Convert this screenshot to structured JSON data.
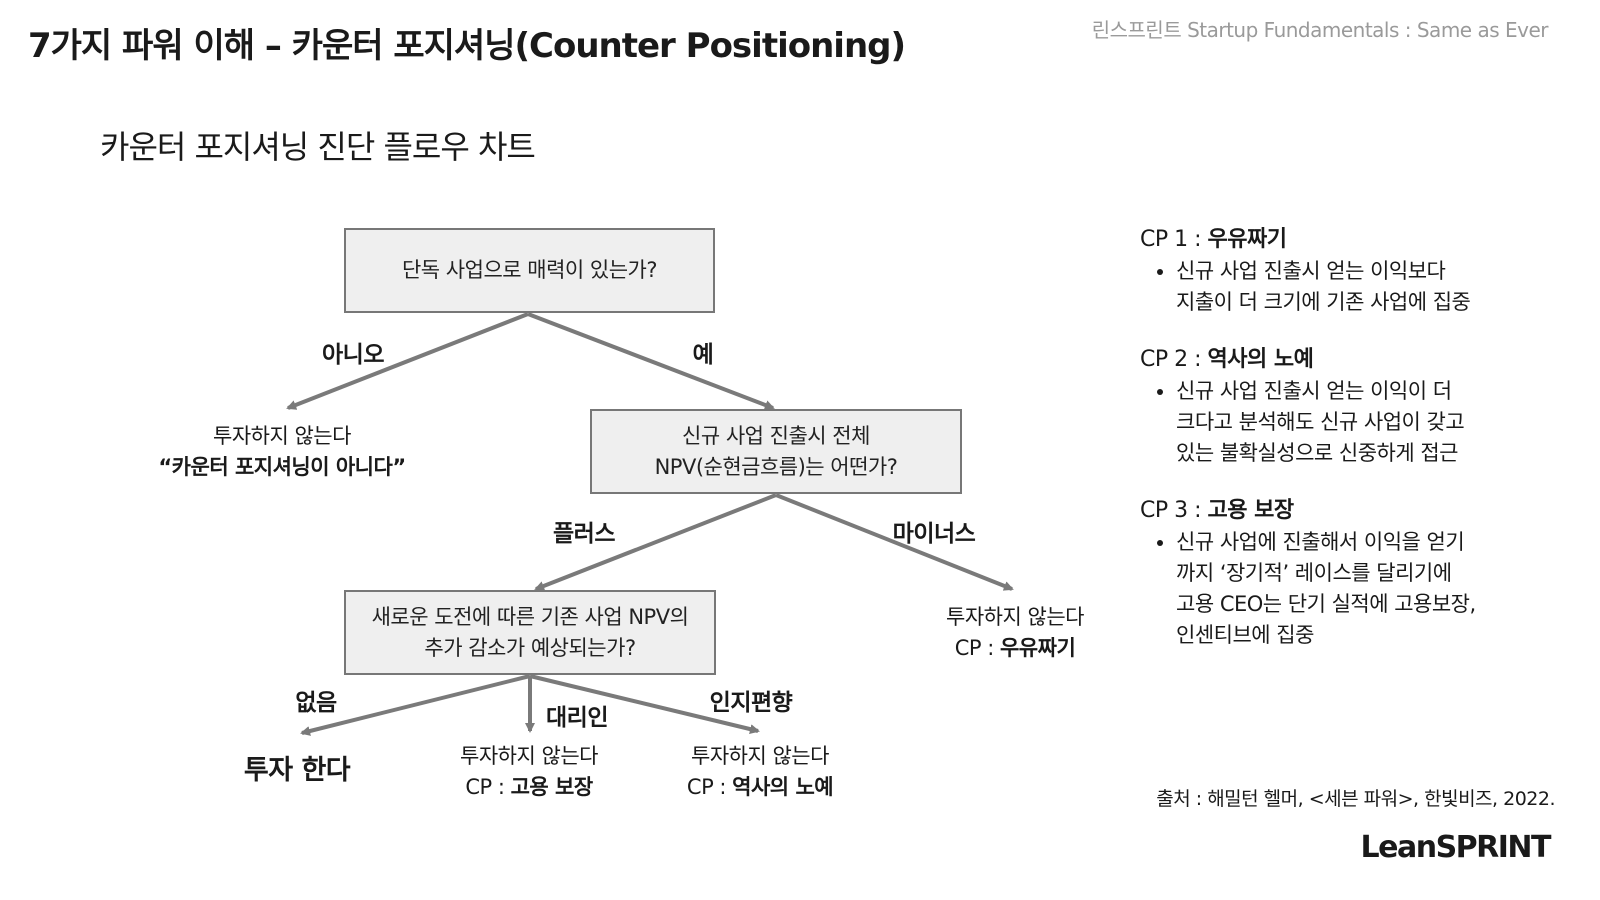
{
  "header": {
    "title": "7가지 파워 이해 – 카운터 포지셔닝(Counter Positioning)",
    "brand": "린스프린트 Startup Fundamentals : Same as Ever"
  },
  "subtitle": "카운터 포지셔닝 진단 플로우 차트",
  "flowchart": {
    "q1": "단독 사업으로 매력이 있는가?",
    "q1_no_label": "아니오",
    "q1_yes_label": "예",
    "q1_no_outcome_line1": "투자하지 않는다",
    "q1_no_outcome_line2": "“카운터 포지셔닝이 아니다”",
    "q2": "신규 사업 진출시 전체\nNPV(순현금흐름)는 어떤가?",
    "q2_plus_label": "플러스",
    "q2_minus_label": "마이너스",
    "q2_minus_outcome_line1": "투자하지 않는다",
    "q2_minus_outcome_prefix": "CP : ",
    "q2_minus_outcome_bold": "우유짜기",
    "q3": "새로운 도전에 따른 기존 사업 NPV의\n추가 감소가 예상되는가?",
    "q3_none_label": "없음",
    "q3_agency_label": "대리인",
    "q3_bias_label": "인지편향",
    "q3_none_outcome": "투자 한다",
    "q3_agency_outcome_line1": "투자하지 않는다",
    "q3_agency_outcome_prefix": "CP : ",
    "q3_agency_outcome_bold": "고용 보장",
    "q3_bias_outcome_line1": "투자하지 않는다",
    "q3_bias_outcome_prefix": "CP : ",
    "q3_bias_outcome_bold": "역사의 노예"
  },
  "legend": [
    {
      "prefix": "CP 1 : ",
      "name": "우유짜기",
      "desc": "신규 사업 진출시 얻는 이익보다\n지출이 더 크기에 기존 사업에 집중"
    },
    {
      "prefix": "CP 2 : ",
      "name": "역사의 노예",
      "desc": "신규 사업 진출시 얻는 이익이 더\n크다고 분석해도 신규 사업이 갖고\n있는 불확실성으로 신중하게 접근"
    },
    {
      "prefix": "CP 3 : ",
      "name": "고용 보장",
      "desc": "신규 사업에 진출해서 이익을 얻기\n까지 ‘장기적’ 레이스를 달리기에\n고용 CEO는 단기 실적에 고용보장,\n인센티브에 집중"
    }
  ],
  "source": "출처 : 해밀턴 헬머, <세븐 파워>, 한빛비즈, 2022.",
  "logo": "LeanSPRINT",
  "colors": {
    "box_fill": "#efefef",
    "box_border": "#777777",
    "arrow": "#7a7a7a",
    "brand_text": "#9a9a9a"
  }
}
